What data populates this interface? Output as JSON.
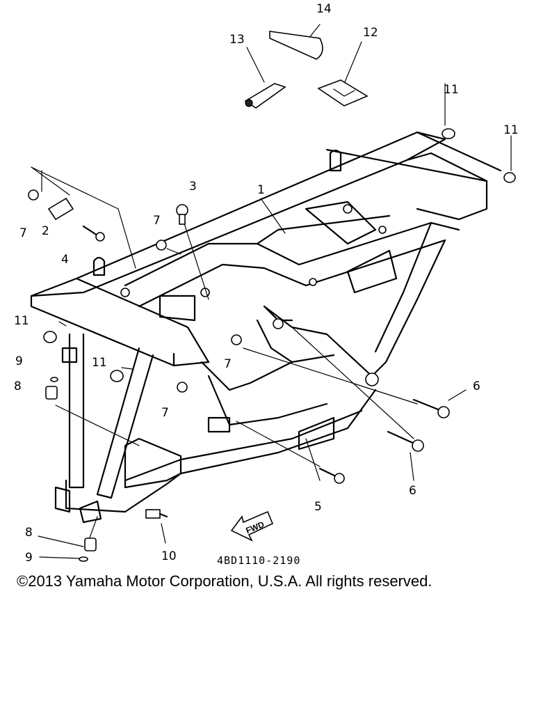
{
  "callouts": {
    "c1": "1",
    "c2": "2",
    "c3": "3",
    "c4": "4",
    "c5": "5",
    "c6a": "6",
    "c6b": "6",
    "c7a": "7",
    "c7b": "7",
    "c7c": "7",
    "c7d": "7",
    "c8a": "8",
    "c8b": "8",
    "c9a": "9",
    "c9b": "9",
    "c10": "10",
    "c11a": "11",
    "c11b": "11",
    "c11c": "11",
    "c11d": "11",
    "c12": "12",
    "c13": "13",
    "c14": "14"
  },
  "fwd_label": "FWD",
  "part_number": "4BD1110-2190",
  "copyright": "©2013 Yamaha Motor Corporation, U.S.A. All rights reserved."
}
